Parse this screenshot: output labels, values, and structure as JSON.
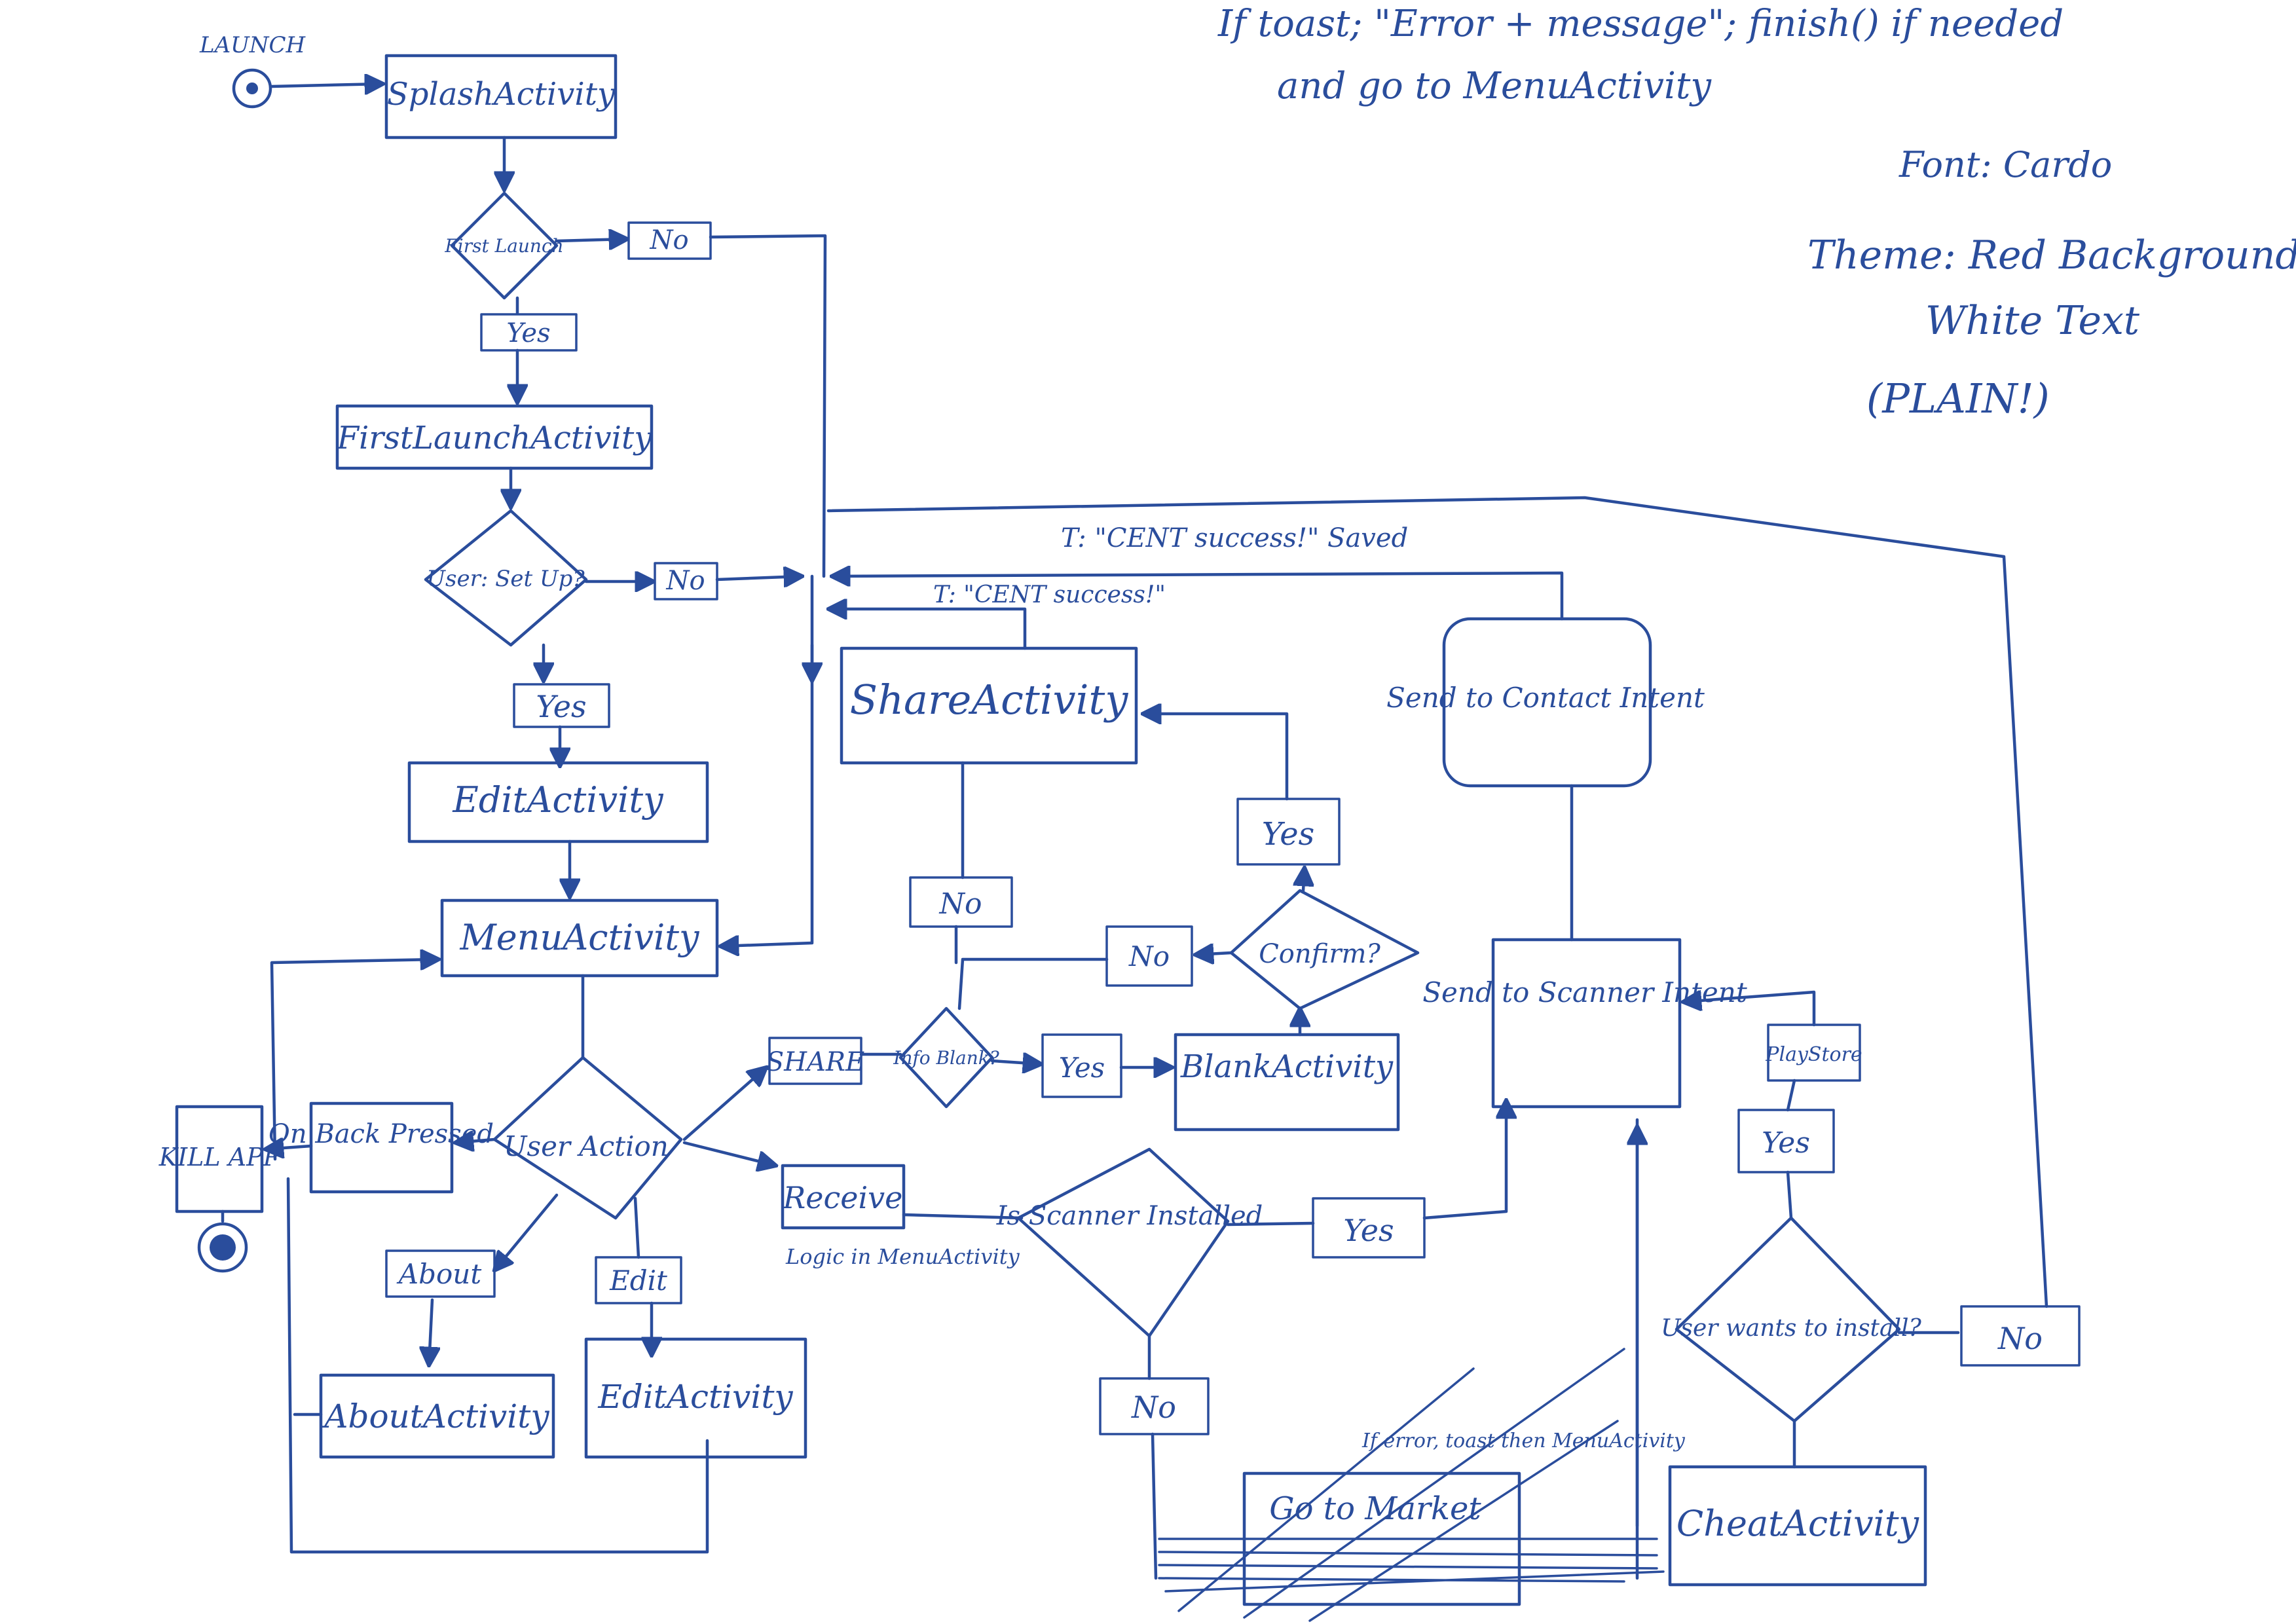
{
  "colors": {
    "ink": "#2a4d9c",
    "paper": "#ffffff"
  },
  "notes": {
    "top_line1": "If toast; \"Error + message\"; finish() if needed",
    "top_line2": "and go to MenuActivity",
    "font": "Font: Cardo",
    "theme_line1": "Theme: Red Background,",
    "theme_line2": "White Text",
    "theme_line3": "(PLAIN!)"
  },
  "nodes": {
    "launch": "LAUNCH",
    "splash": "SplashActivity",
    "first_launch": "First Launch",
    "first_launch_activity": "FirstLaunchActivity",
    "user_set_up": "User: Set Up?",
    "edit_activity_top": "EditActivity",
    "menu_activity": "MenuActivity",
    "user_action": "User Action",
    "on_back_pressed": "On Back Pressed",
    "kill_app": "KILL APP",
    "about": "About",
    "about_activity": "AboutActivity",
    "edit": "Edit",
    "edit_activity_bottom": "EditActivity",
    "share": "SHARE",
    "info_blank": "Info Blank?",
    "blank_activity": "BlankActivity",
    "confirm": "Confirm?",
    "share_activity": "ShareActivity",
    "receive": "Receive",
    "receive_note": "Logic in MenuActivity",
    "is_scanner_installed": "Is Scanner Installed",
    "send_to_scanner_intent": "Send to Scanner Intent",
    "send_to_contact_intent": "Send to Contact Intent",
    "go_to_market": "Go to Market",
    "market_note": "If error, toast then MenuActivity",
    "play_store": "PlayStore",
    "user_wants_install": "User wants to install?",
    "cheat_activity": "CheatActivity"
  },
  "labels": {
    "no_first": "No",
    "yes_first": "Yes",
    "no_setup": "No",
    "yes_setup": "Yes",
    "no_share": "No",
    "yes_blank": "Yes",
    "yes_confirm": "Yes",
    "no_confirm": "No",
    "yes_scanner": "Yes",
    "no_scanner": "No",
    "yes_install": "Yes",
    "no_install": "No"
  },
  "toasts": {
    "contact_saved": "T: \"CENT success!\" Saved",
    "share_success": "T: \"CENT success!\""
  }
}
